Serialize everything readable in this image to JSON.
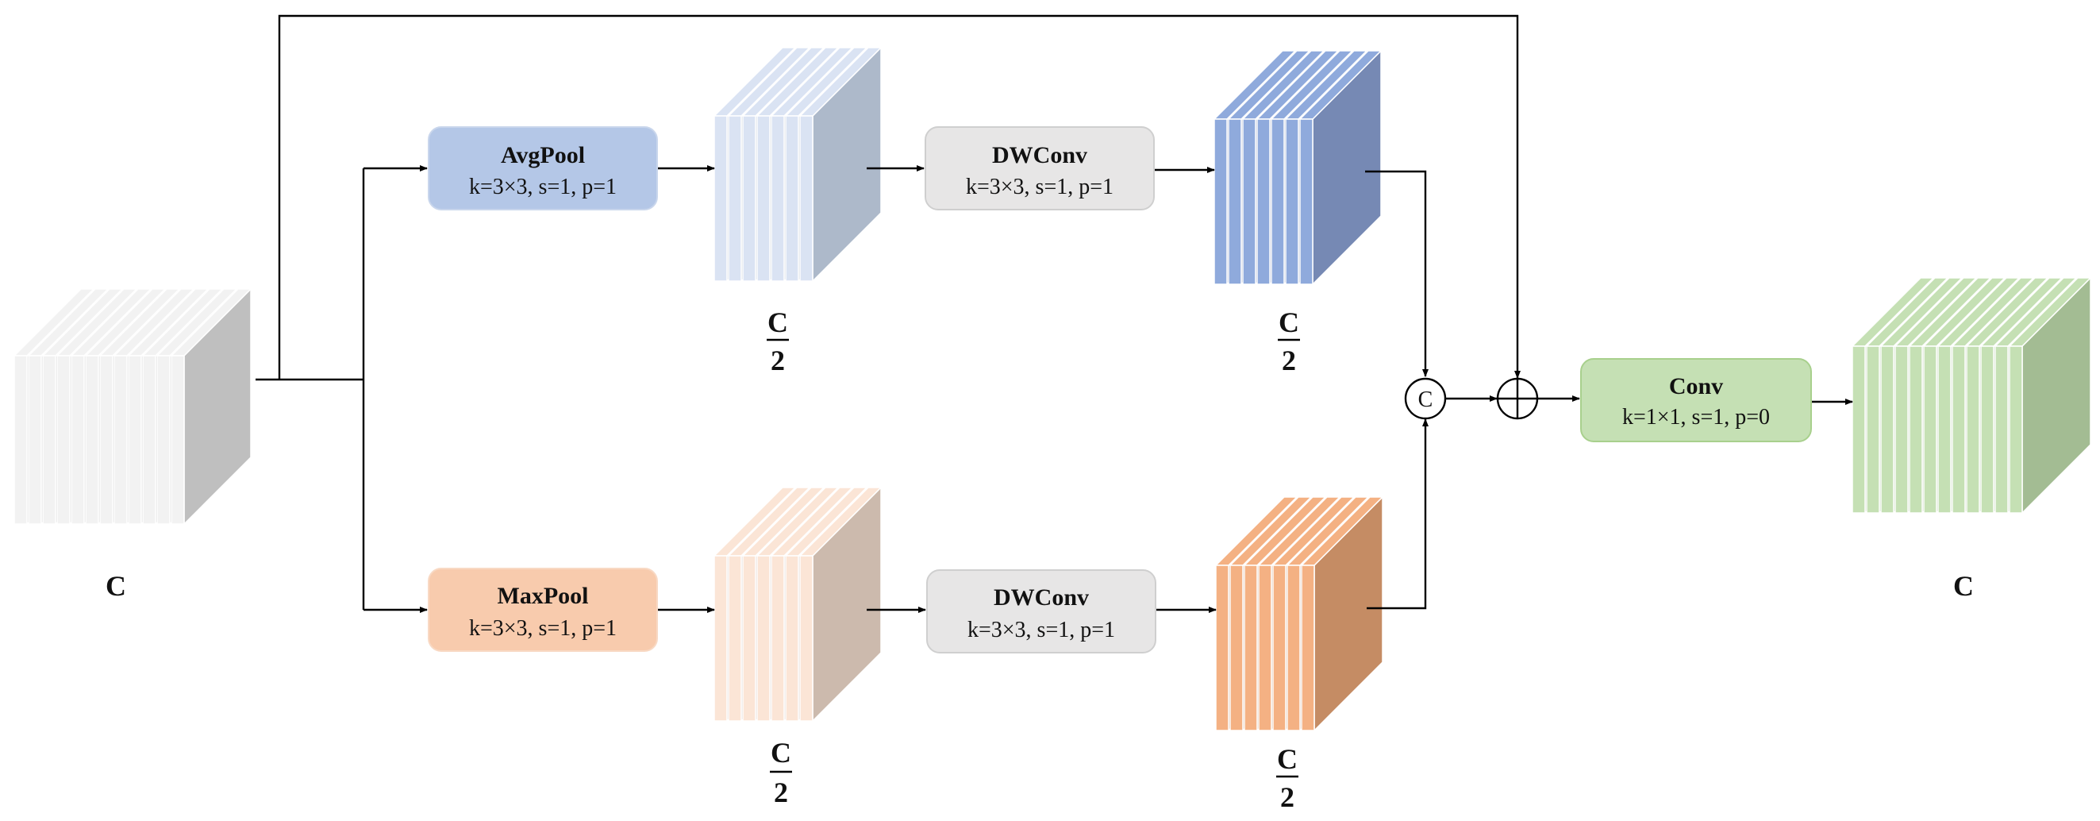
{
  "operations": {
    "avgpool": {
      "title": "AvgPool",
      "params": "k=3×3, s=1, p=1",
      "fill": "#b4c7e7"
    },
    "maxpool": {
      "title": "MaxPool",
      "params": "k=3×3, s=1, p=1",
      "fill": "#f8cbad"
    },
    "dwconv_top": {
      "title": "DWConv",
      "params": "k=3×3, s=1, p=1",
      "fill": "#e7e6e6"
    },
    "dwconv_bottom": {
      "title": "DWConv",
      "params": "k=3×3, s=1, p=1",
      "fill": "#e7e6e6"
    },
    "conv": {
      "title": "Conv",
      "params": "k=1×1, s=1, p=0",
      "fill": "#c5e0b4"
    }
  },
  "labels": {
    "input_channels": "C",
    "output_channels": "C",
    "half_numerator": "C",
    "half_denominator": "2",
    "concat_symbol": "C"
  },
  "tensor_colors": {
    "input": {
      "front": "#f2f2f2",
      "side": "#bfbfbf"
    },
    "avgpool_out": {
      "front": "#dae3f3",
      "side": "#adb9ca"
    },
    "dwconv_top_out": {
      "front": "#8faadc",
      "side": "#7689b4"
    },
    "maxpool_out": {
      "front": "#fbe5d6",
      "side": "#ccbaad"
    },
    "dwconv_bottom_out": {
      "front": "#f4b183",
      "side": "#c58c64"
    },
    "output": {
      "front": "#c5e0b4",
      "side": "#a3bc93"
    }
  }
}
